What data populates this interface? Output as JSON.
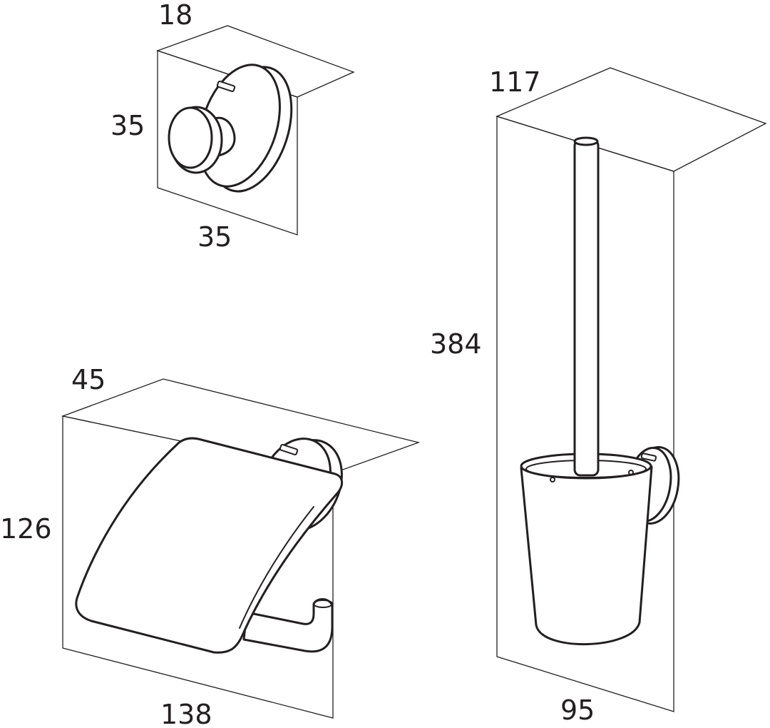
{
  "products": [
    {
      "name": "hook",
      "dimensions": {
        "depth": "18",
        "height": "35",
        "width": "35"
      }
    },
    {
      "name": "toilet-brush-holder",
      "dimensions": {
        "depth": "117",
        "height": "384",
        "width": "95"
      }
    },
    {
      "name": "toilet-roll-holder-with-cover",
      "dimensions": {
        "depth": "45",
        "height": "126",
        "width": "138"
      }
    }
  ],
  "colors": {
    "line": "#231f20",
    "background": "#ffffff"
  }
}
